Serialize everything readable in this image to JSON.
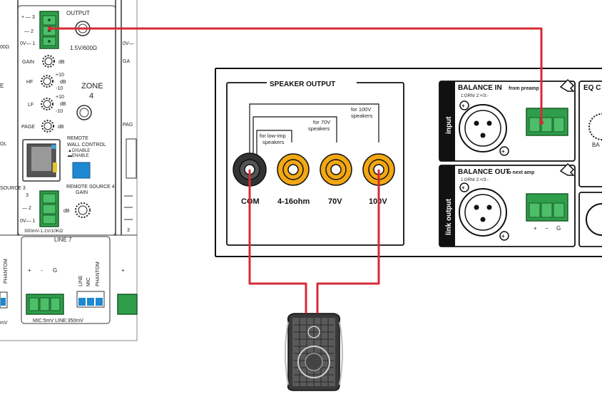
{
  "mixer": {
    "output_label": "OUTPUT",
    "output_spec": "1.5V/600Ω",
    "pin_labels": [
      "+ — 3",
      "— 2",
      "0V— 1"
    ],
    "zone_label": "ZONE",
    "zone_number": "4",
    "gain_label": "GAIN",
    "hf_label": "HF",
    "lf_label": "LF",
    "page_label": "PAGE",
    "db_label": "dB",
    "scale_plus10": "+10",
    "scale_minus10": "-10",
    "remote_wall_line1": "REMOTE",
    "remote_wall_line2": "WALL CONTROL",
    "disable_label": "DISABLE",
    "enable_label": "ENABLE",
    "remote_source_label": "REMOTE SOURCE 4",
    "remote_gain_label": "GAIN",
    "input_pins": [
      "3",
      "— 2",
      "0V— 1"
    ],
    "input_spec": "300mV-1.1V/10KΩ",
    "line7_label": "LINE 7",
    "plus_minus_g": [
      "+",
      "-",
      "G"
    ],
    "line_label": "LINE",
    "mic_label": "MIC",
    "phantom_label": "PHANTOM",
    "mic_spec": "MIC:5mV LINE:350mV",
    "left_partial": [
      "00Ω",
      "E",
      "OL",
      "SOURCE 3",
      "PHANTOM",
      "mV"
    ],
    "right_partial": [
      "0V—",
      "GA",
      "PAG",
      "3"
    ]
  },
  "amplifier": {
    "speaker_output_title": "SPEAKER OUTPUT",
    "for_100v": "for 100V speakers",
    "for_70v": "for 70V speakers",
    "for_low_imp": "for low-imp speakers",
    "terminals": [
      "COM",
      "4-16ohm",
      "70V",
      "100V"
    ],
    "input_vertical": "input",
    "link_output_vertical": "link output",
    "balance_in_label": "BALANCE IN",
    "balance_in_sub": "from preamp",
    "balance_in_pins": "1:GRN/ 2:+/3:-",
    "balance_out_label": "BALANCE OUT",
    "balance_out_sub": "to next amp",
    "balance_out_pins": "1:GRN/ 2:+/3:-",
    "out_terminal_labels": [
      "+",
      "−",
      "G"
    ],
    "eq_label": "EQ C",
    "ba_label": "BA"
  },
  "colors": {
    "wire": "#d62b35",
    "connector_green": "#2e9e4a",
    "terminal_gold": "#f3a712",
    "dip_blue": "#1e88d2",
    "panel_line": "#222222"
  }
}
